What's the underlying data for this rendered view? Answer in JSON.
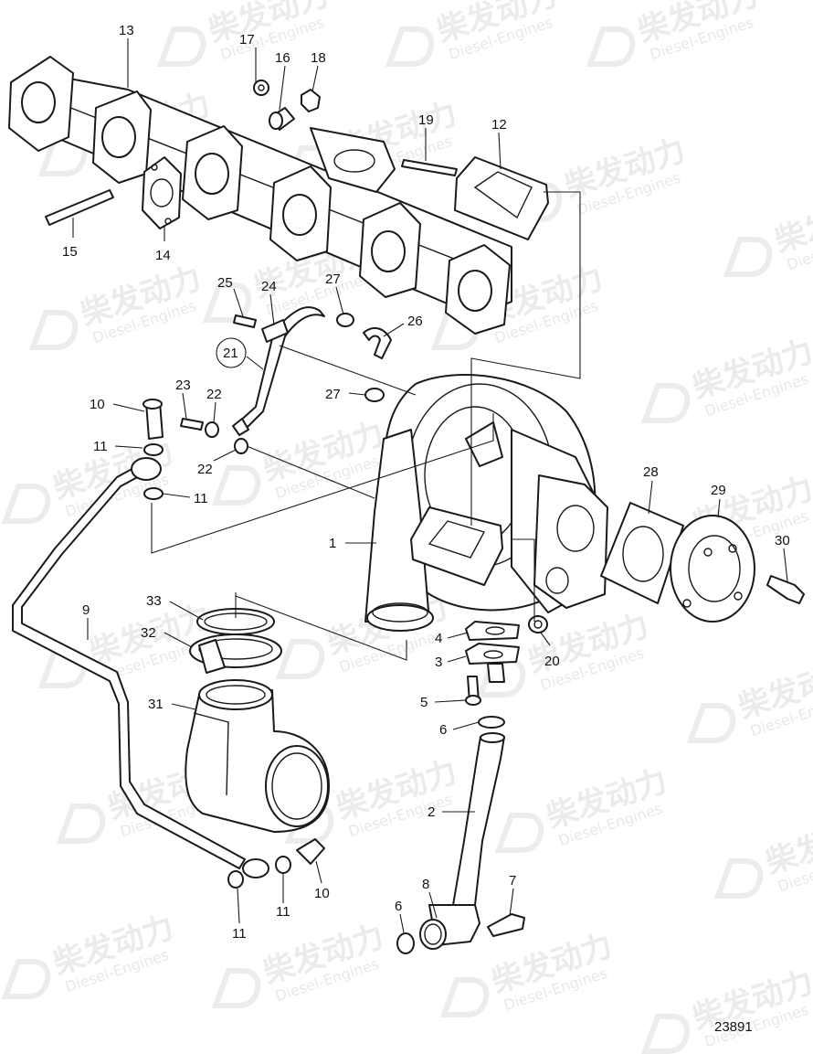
{
  "diagram": {
    "drawing_number": "23891",
    "callouts": [
      "1",
      "2",
      "3",
      "4",
      "5",
      "6",
      "6",
      "7",
      "8",
      "9",
      "10",
      "10",
      "11",
      "11",
      "11",
      "11",
      "12",
      "13",
      "14",
      "15",
      "16",
      "17",
      "18",
      "19",
      "20",
      "21",
      "22",
      "22",
      "23",
      "24",
      "25",
      "26",
      "27",
      "27",
      "28",
      "29",
      "30",
      "31",
      "32",
      "33"
    ],
    "watermark": {
      "text": "柴发动力",
      "subtext": "Diesel-Engines"
    }
  }
}
